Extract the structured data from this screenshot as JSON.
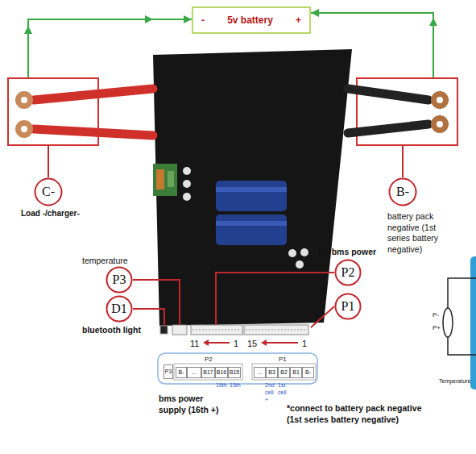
{
  "diagram": {
    "nodes": [
      {
        "text": [
          "-",
          "5v battery",
          "+"
        ]
      },
      {
        "text": [
          "C-"
        ]
      },
      {
        "text": [
          "B-"
        ]
      },
      {
        "text": [
          "P3"
        ]
      },
      {
        "text": [
          "P2"
        ]
      },
      {
        "text": [
          "D1"
        ]
      },
      {
        "text": [
          "P1"
        ]
      }
    ],
    "edges": [
      {
        "from": 1,
        "to": 0,
        "arrow": "to"
      },
      {
        "from": 2,
        "to": 0,
        "arrow": "to"
      }
    ],
    "labels": [
      "Load -/charger-",
      "battery pack negative (1st series battery negative)",
      "temperature",
      "B+ bms power",
      "bluetooth light",
      "11",
      "1",
      "15",
      "1",
      "P3",
      "P2",
      "B-",
      "...",
      "B17",
      "B16",
      "B15",
      "P1",
      "...",
      "B3",
      "B2",
      "B1",
      "B-",
      "16th",
      "15th",
      "2nd cell +",
      "1st cell",
      "bms power supply (16th +)",
      "*connect to battery pack negative (1st series battery negative)",
      "P-",
      "P+",
      "Temperature"
    ]
  }
}
